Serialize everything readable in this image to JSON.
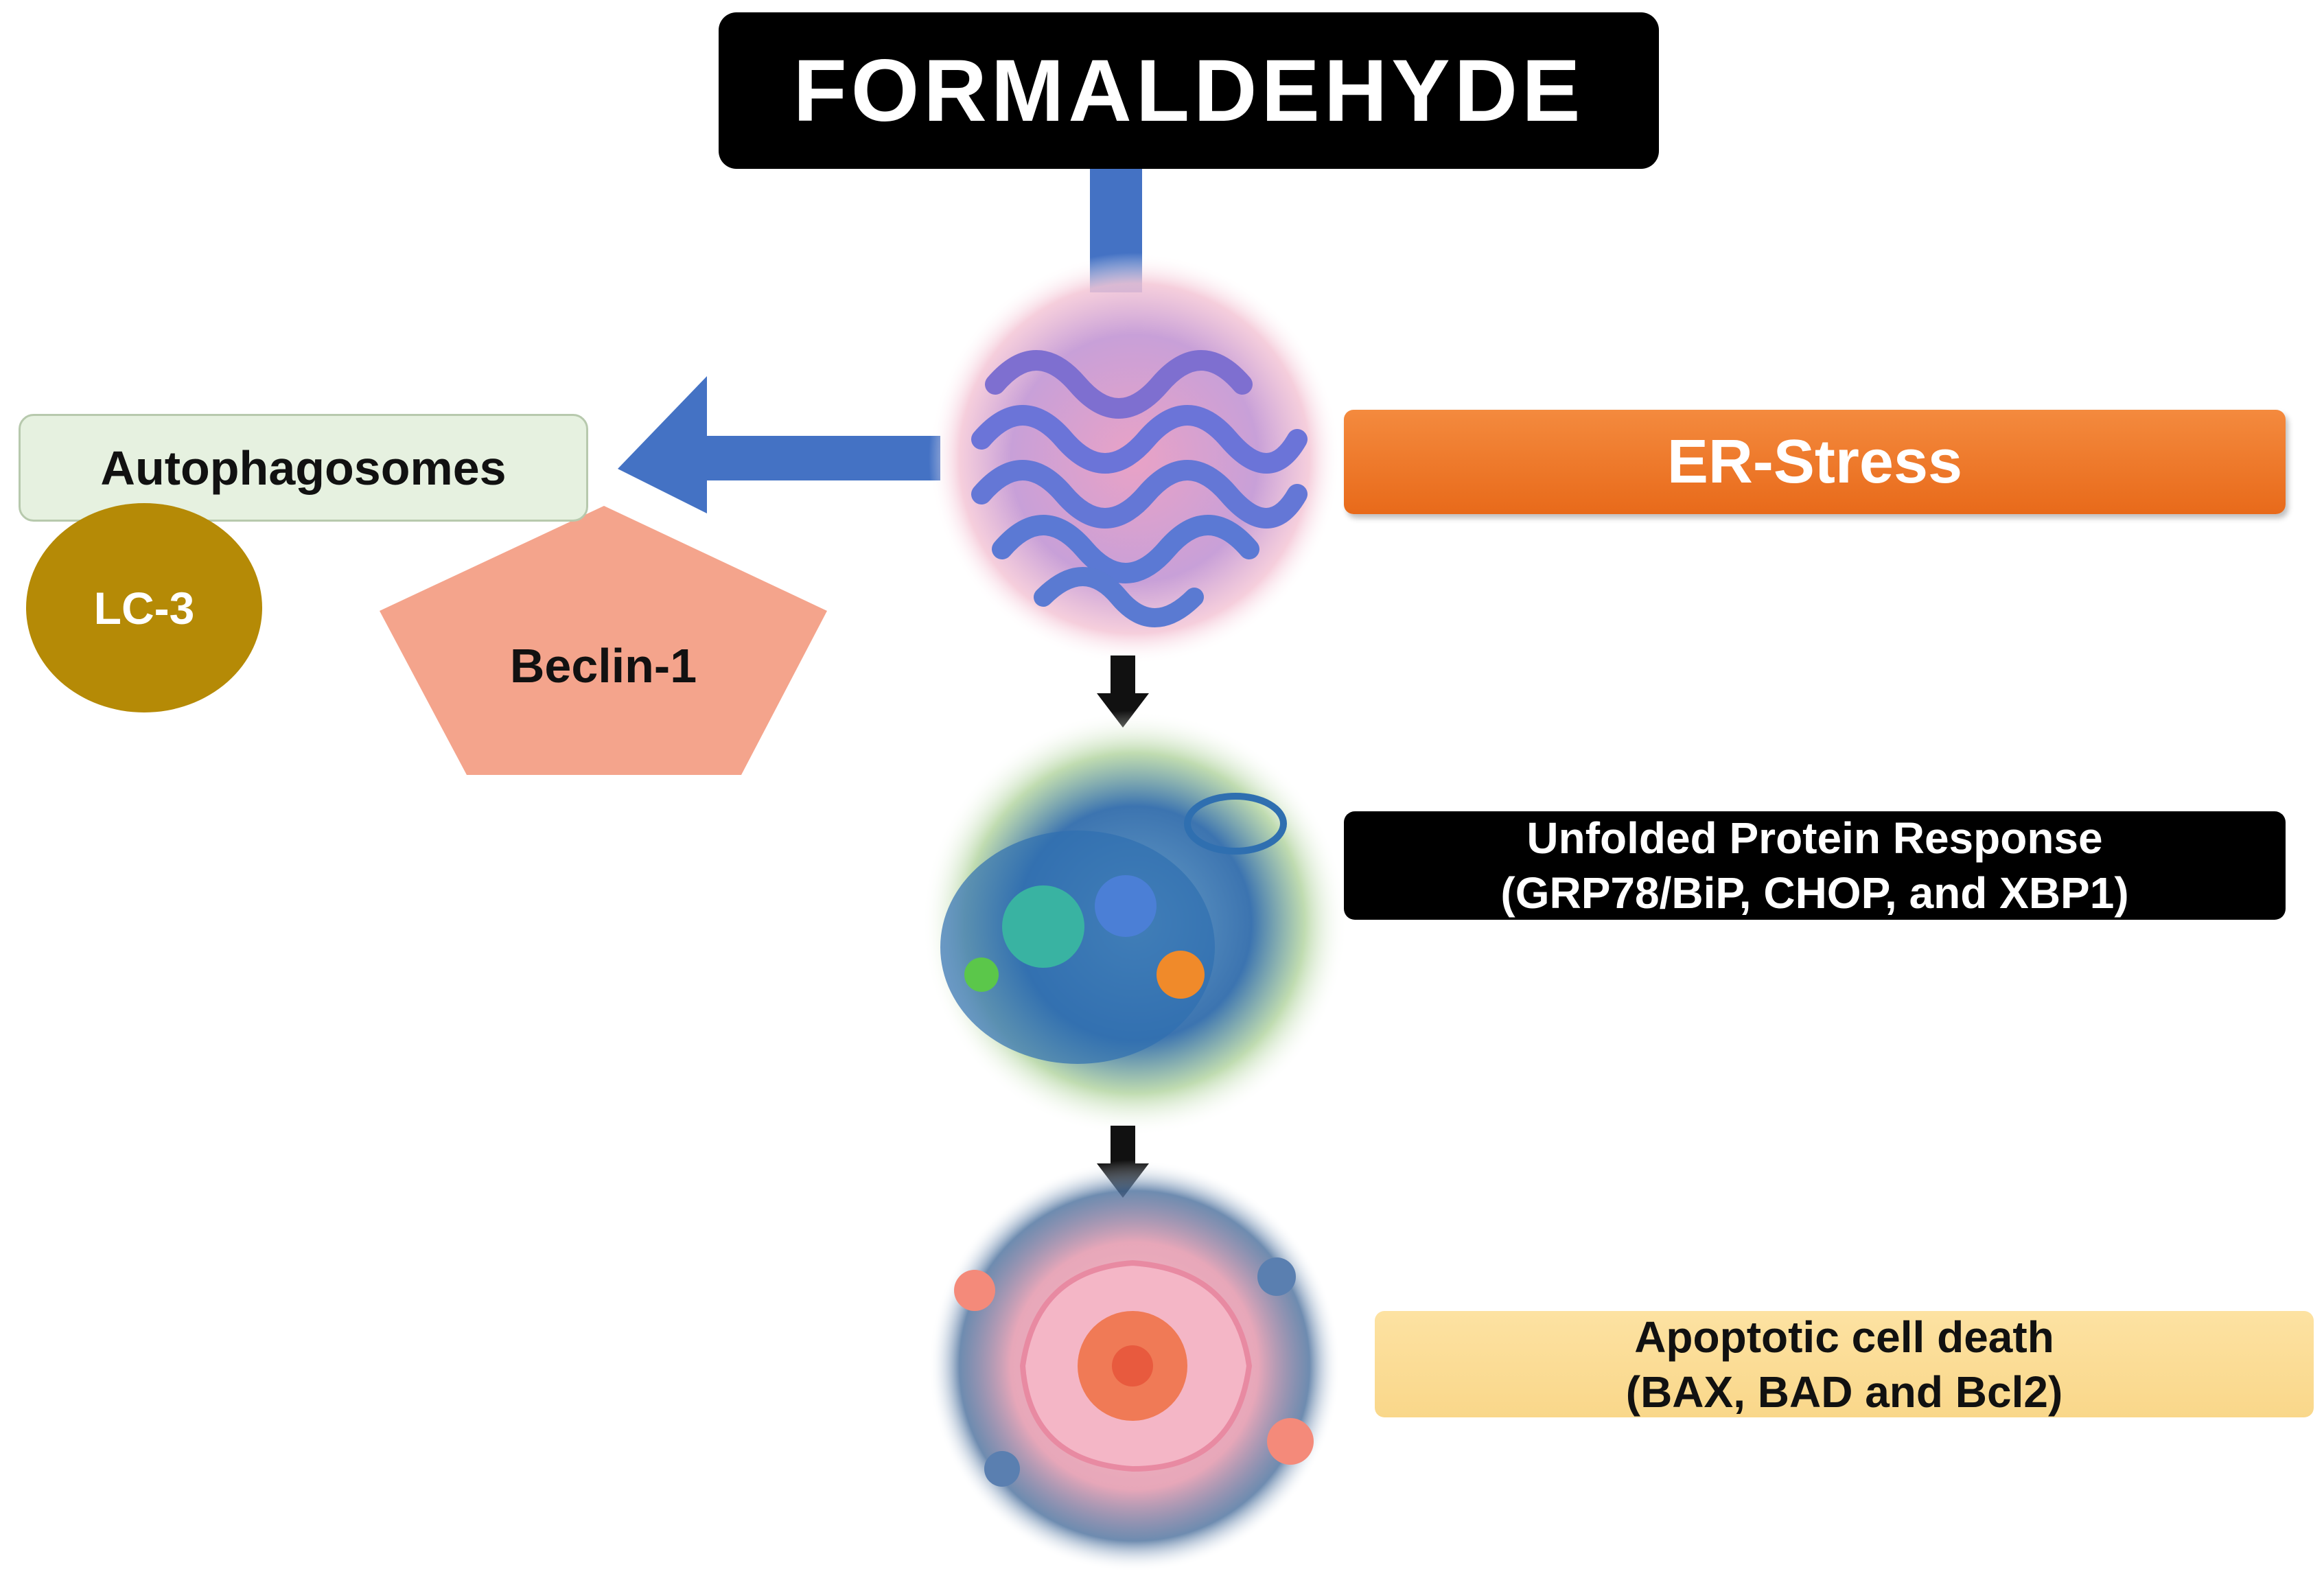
{
  "title": "FORMALDEHYDE",
  "autophagy": {
    "box_label": "Autophagosomes",
    "lc3_label": "LC-3",
    "beclin_label": "Beclin-1"
  },
  "er_stress": {
    "label": "ER-Stress"
  },
  "upr": {
    "line1": "Unfolded Protein Response",
    "line2": "(GRP78/BiP, CHOP, and XBP1)"
  },
  "apoptosis": {
    "line1": "Apoptotic cell death",
    "line2": "(BAX, BAD and Bcl2)"
  },
  "colors": {
    "connector_blue": "#4472c4",
    "er_stress_orange": "#ed7327",
    "lc3_gold": "#b58a06",
    "beclin_salmon": "#f4a48c",
    "apoptosis_yellow": "#fbdc95"
  }
}
